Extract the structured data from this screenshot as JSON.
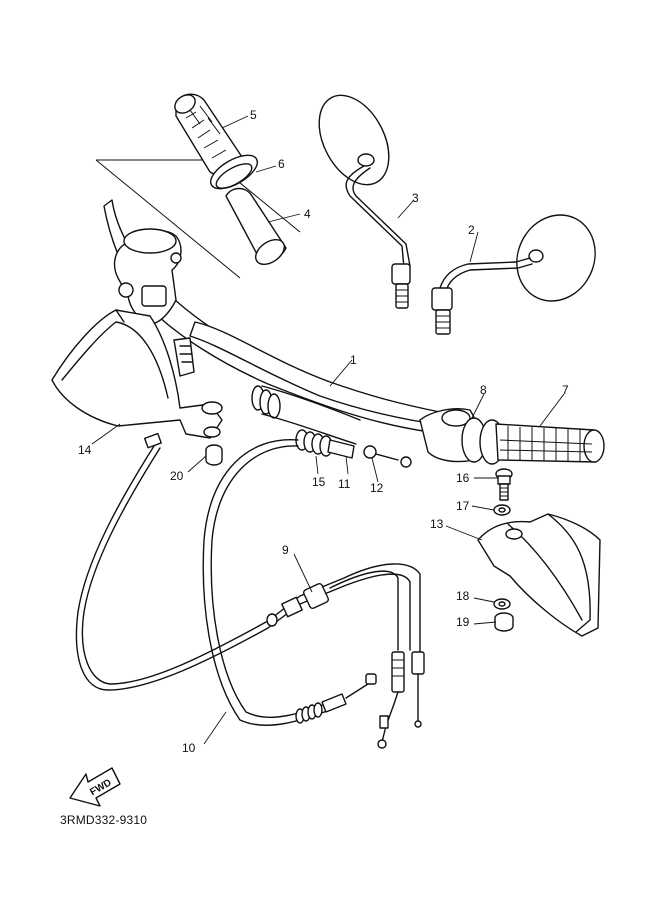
{
  "diagram": {
    "part_number": "3RMD332-9310",
    "direction_label": "FWD",
    "callouts": {
      "c1": "1",
      "c2": "2",
      "c3": "3",
      "c4": "4",
      "c5": "5",
      "c6": "6",
      "c7": "7",
      "c8": "8",
      "c9": "9",
      "c10": "10",
      "c11": "11",
      "c12": "12",
      "c13": "13",
      "c14": "14",
      "c15": "15",
      "c16": "16",
      "c17": "17",
      "c18": "18",
      "c19": "19",
      "c20": "20"
    },
    "colors": {
      "line": "#111111",
      "fill": "#ffffff",
      "shade": "#e6e6e6"
    }
  }
}
